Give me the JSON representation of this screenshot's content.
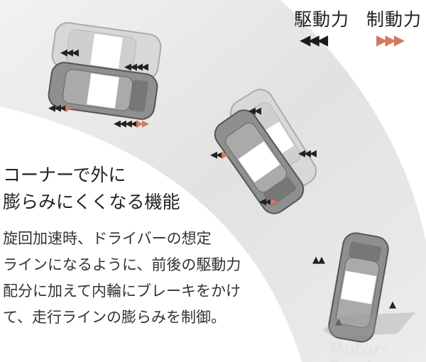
{
  "legend": {
    "drive": {
      "label": "駆動力",
      "arrows": "◀◀◀",
      "color": "#1a1a1a"
    },
    "brake": {
      "label": "制動力",
      "arrows": "▶▶▶",
      "color": "#d07a62"
    }
  },
  "heading": {
    "line1": "コーナーで外に",
    "line2": "膨らみにくくなる機能"
  },
  "description": {
    "line1": "旋回加速時、ドライバーの想定",
    "line2": "ラインになるように、前後の駆動力",
    "line3": "配分に加えて内輪にブレーキをかけ",
    "line4": "て、走行ラインの膨らみを制御。"
  },
  "watermark": "Motor-Fan.jp",
  "colors": {
    "road": "#e6e6e6",
    "car": "#9a9a9a",
    "ghost_car": "#d6d6d6"
  }
}
